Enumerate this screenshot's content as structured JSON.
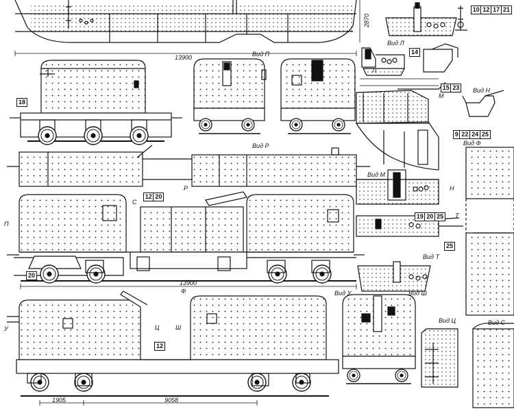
{
  "drawing": {
    "views": {
      "p": "Вид П",
      "r": "Вид Р",
      "l": "Вид Л",
      "n": "Вид Н",
      "m": "Вид М",
      "t": "Вид Т",
      "u": "Вид У",
      "sh": "Вид Ш",
      "ts": "Вид Ц",
      "s": "Вид С",
      "f": "Вид Ф"
    },
    "letters": {
      "p": "П",
      "s": "С",
      "r": "Р",
      "u": "У",
      "ts": "Ц",
      "sh": "Ш",
      "f": "Ф",
      "l": "Л",
      "m": "М",
      "n": "Н",
      "t": "Т"
    },
    "dimensions": {
      "length_top": "13900",
      "length_mid": "13900",
      "height": "2870",
      "bogie_base": "1905",
      "wheelbase": "9058"
    },
    "callouts": {
      "c18": "18",
      "c20": "20",
      "c12": "12",
      "c14": "14",
      "c25": "25",
      "g_10_12_17_21": [
        "10",
        "12",
        "17",
        "21"
      ],
      "g_12_20": [
        "12",
        "20"
      ],
      "g_15_23": [
        "15",
        "23"
      ],
      "g_9_22_24_25": [
        "9",
        "22",
        "24",
        "25"
      ],
      "g_19_20_25": [
        "19",
        "20",
        "25"
      ]
    }
  }
}
